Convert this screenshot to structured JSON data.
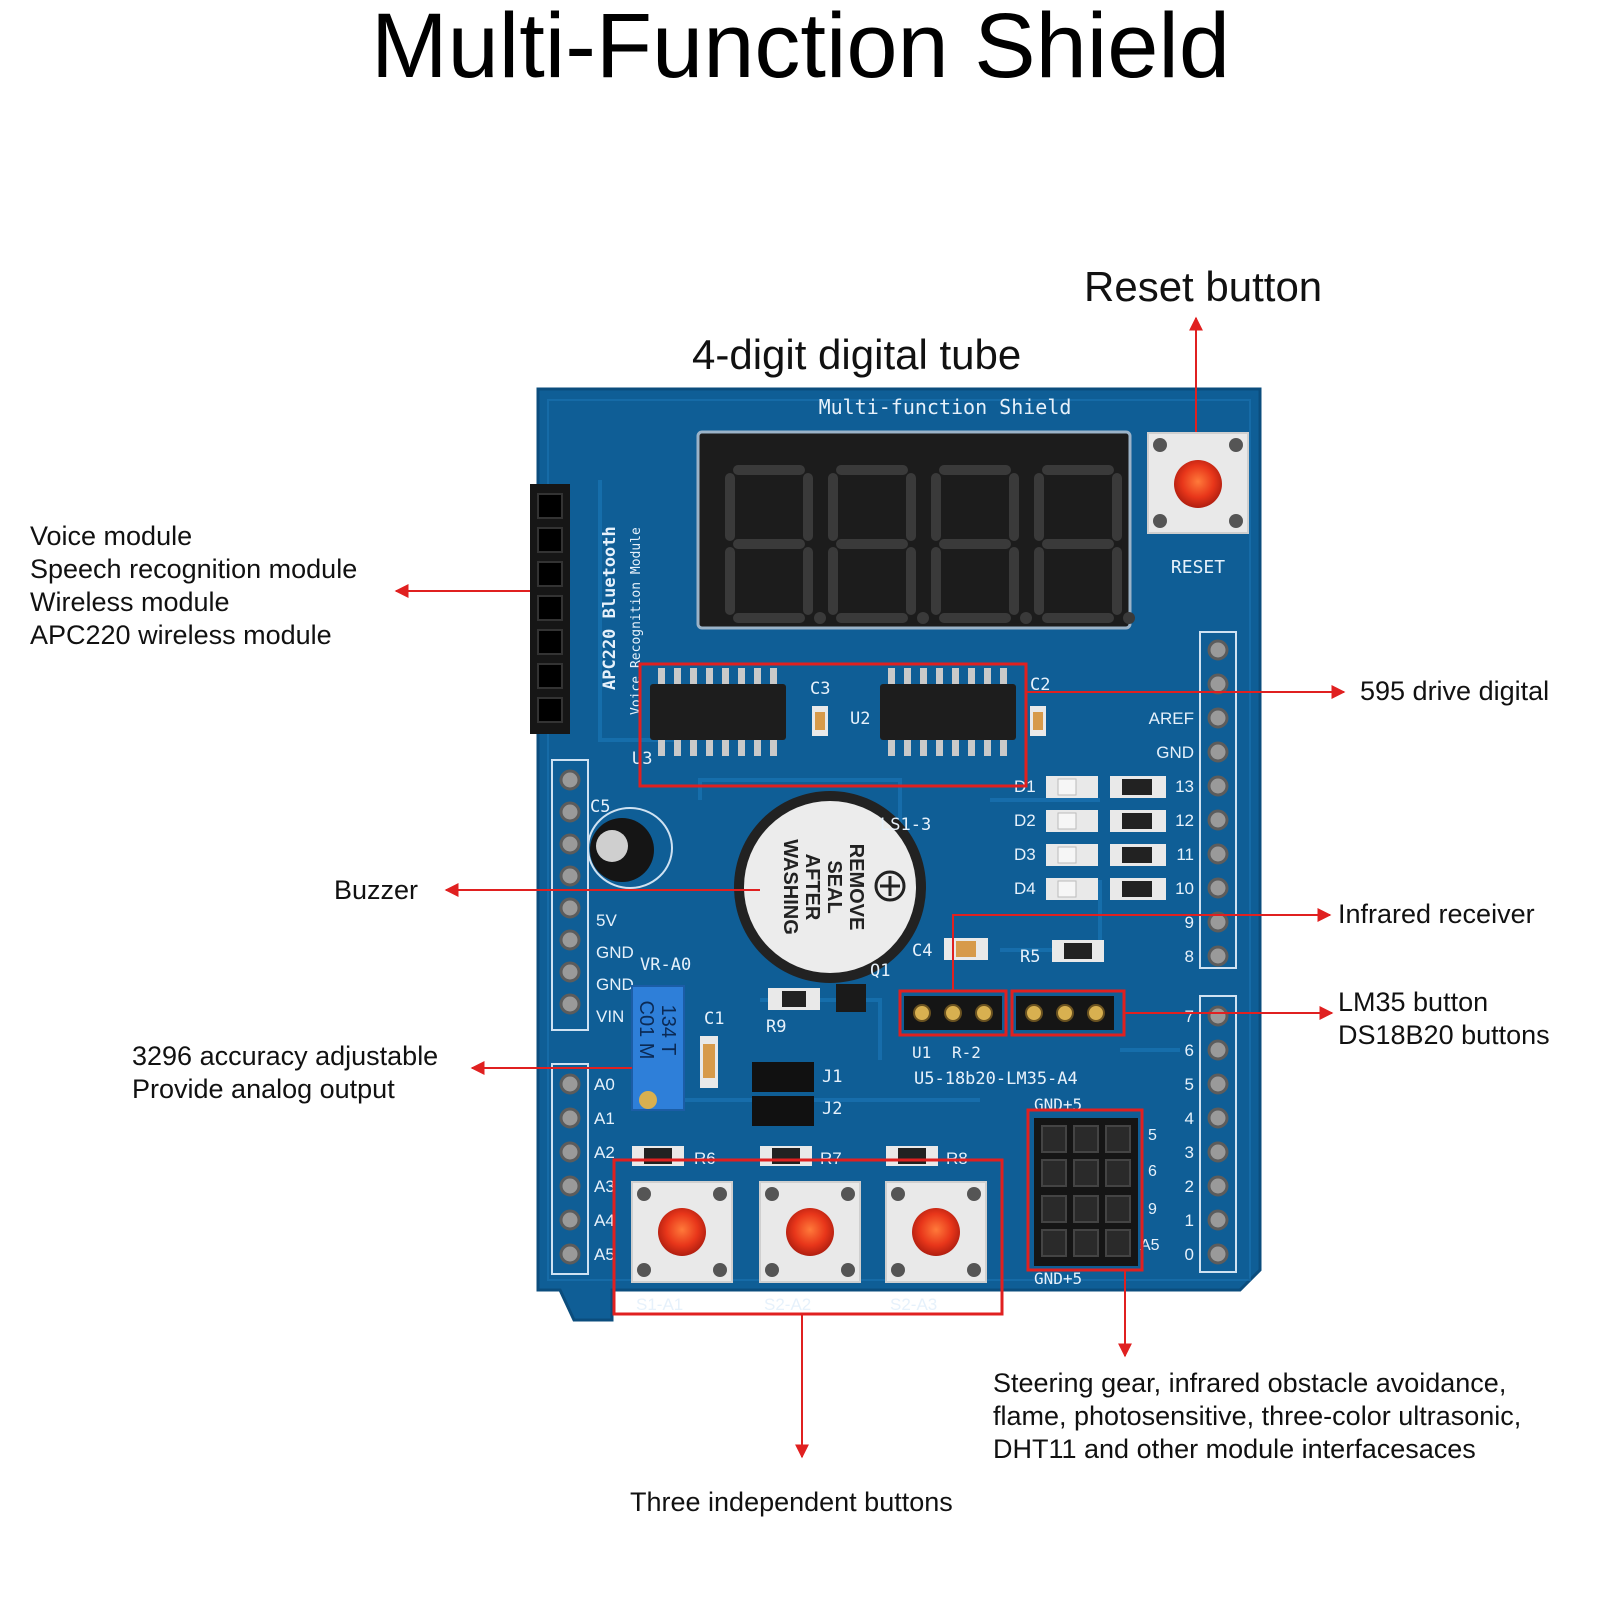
{
  "title": "Multi-Function Shield",
  "labels": {
    "tube": "4-digit digital tube",
    "reset": "Reset button",
    "header_modules": [
      "Voice module",
      "Speech recognition module",
      "Wireless module",
      "APC220 wireless module"
    ],
    "drive": "595 drive digital",
    "buzzer": "Buzzer",
    "infrared": "Infrared receiver",
    "sensor_buttons": [
      "LM35 button",
      "DS18B20 buttons"
    ],
    "potentiometer": [
      "3296 accuracy adjustable",
      "Provide analog output"
    ],
    "interfaces": [
      "Steering gear, infrared obstacle avoidance,",
      "flame, photosensitive, three-color ultrasonic,",
      "DHT11 and other module interfacesaces"
    ],
    "buttons": "Three independent buttons"
  },
  "board": {
    "name": "Multi-function Shield",
    "header_text": "APC220 Bluetooth",
    "header_subtext": "Voice Recognition Module",
    "reset_label": "RESET",
    "chip_u3": "U3",
    "chip_u2": "U2",
    "cap_c3": "C3",
    "cap_c2": "C2",
    "cap_c5": "C5",
    "cap_c4": "C4",
    "cap_c1": "C1",
    "buzzer_part": "LS1-3",
    "buzzer_seal": [
      "REMOVE",
      "SEAL",
      "AFTER",
      "WASHING"
    ],
    "pot_name": "VR-A0",
    "pot_marking": [
      "134 T",
      "C01 M"
    ],
    "transistor": "Q1",
    "res_r9": "R9",
    "res_r5": "R5",
    "jumpers": [
      "J1",
      "J2"
    ],
    "res_small": [
      "R6",
      "R7",
      "R8"
    ],
    "ir_labels": [
      "U1",
      "R-2"
    ],
    "sensor_socket": "U5-18b20-LM35-A4",
    "gnd_plus5": "GND+5",
    "button_labels": [
      "S1-A1",
      "S2-A2",
      "S2-A3"
    ],
    "leds": [
      "D1",
      "D2",
      "D3",
      "D4"
    ],
    "led_pins": [
      "13",
      "12",
      "11",
      "10"
    ],
    "right_top_pins": [
      "AREF",
      "GND"
    ],
    "right_mid_pins": [
      "9",
      "8"
    ],
    "right_low_pins": [
      "7",
      "6",
      "5",
      "4",
      "3",
      "2",
      "1",
      "0"
    ],
    "left_power_pins": [
      "5V",
      "GND",
      "GND",
      "VIN"
    ],
    "analog_pins": [
      "A0",
      "A1",
      "A2",
      "A3",
      "A4",
      "A5"
    ],
    "servo_pins": [
      "5",
      "6",
      "9",
      "A5"
    ]
  },
  "colors": {
    "pcb": "#0f5e96",
    "annotation": "#e02020"
  }
}
